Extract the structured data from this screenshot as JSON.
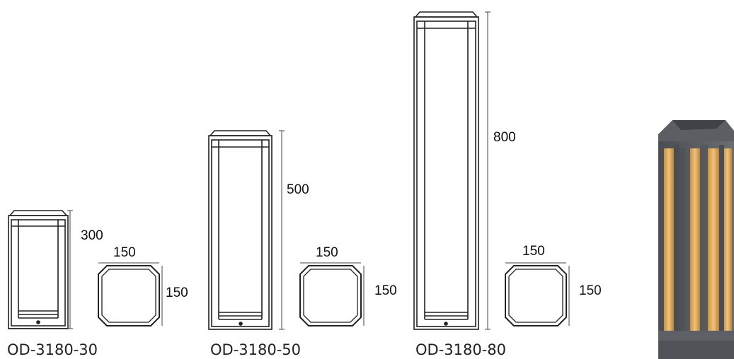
{
  "products": [
    {
      "model": "OD-3180-30",
      "height": "300",
      "base_width": "150",
      "base_depth": "150"
    },
    {
      "model": "OD-3180-50",
      "height": "500",
      "base_width": "150",
      "base_depth": "150"
    },
    {
      "model": "OD-3180-80",
      "height": "800",
      "base_width": "150",
      "base_depth": "150"
    }
  ],
  "colors": {
    "line": "#222222",
    "housing": "#55585c",
    "glow": "#e0a552"
  }
}
